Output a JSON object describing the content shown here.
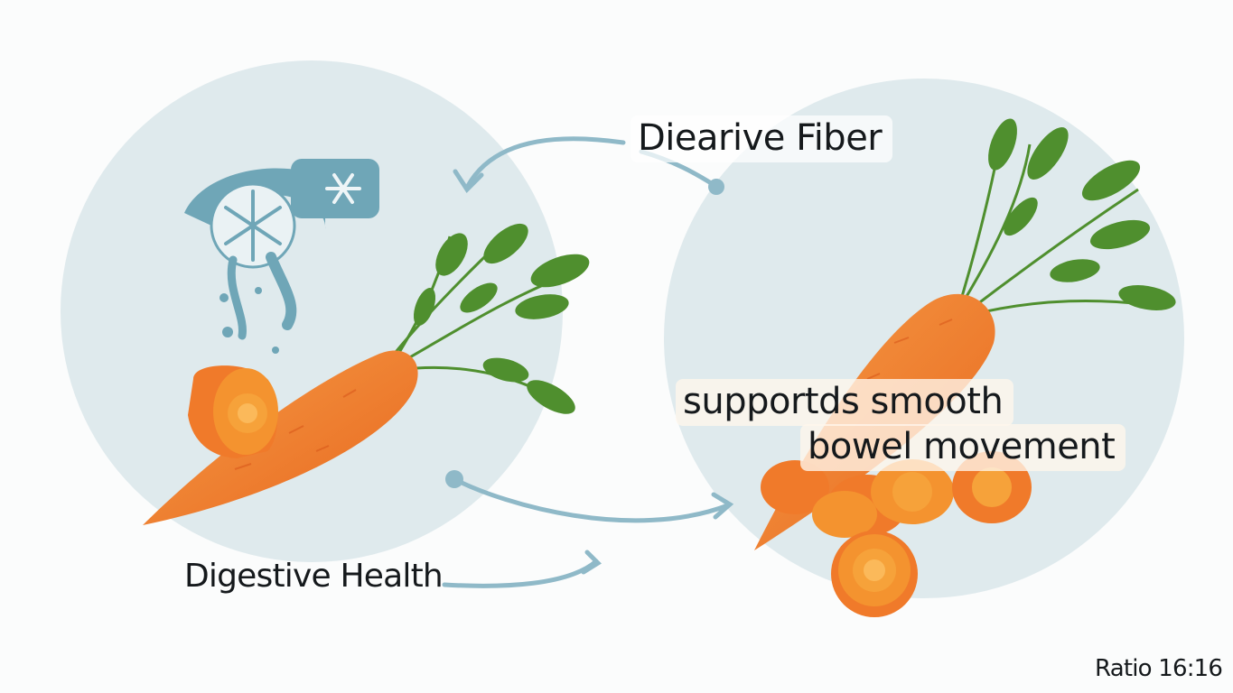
{
  "labels": {
    "top_right": "Diearive Fiber",
    "bottom_left": "Digestive Health",
    "center_right_line1": "supportds smooth",
    "center_right_line2": "bowel movement",
    "corner_note": "Ratio 16:16"
  },
  "colors": {
    "circle_fill": "#dfeaed",
    "arrow": "#8fb9c8",
    "icon_blue": "#6fa6b7",
    "carrot_orange": "#f07a2a",
    "carrot_slice_core": "#f6a23a",
    "leaf_green": "#4f8f2e",
    "text": "#15191c"
  },
  "icons": [
    "intestine-icon",
    "snowflake-icon",
    "carrot-icon",
    "carrot-slice-icon"
  ]
}
